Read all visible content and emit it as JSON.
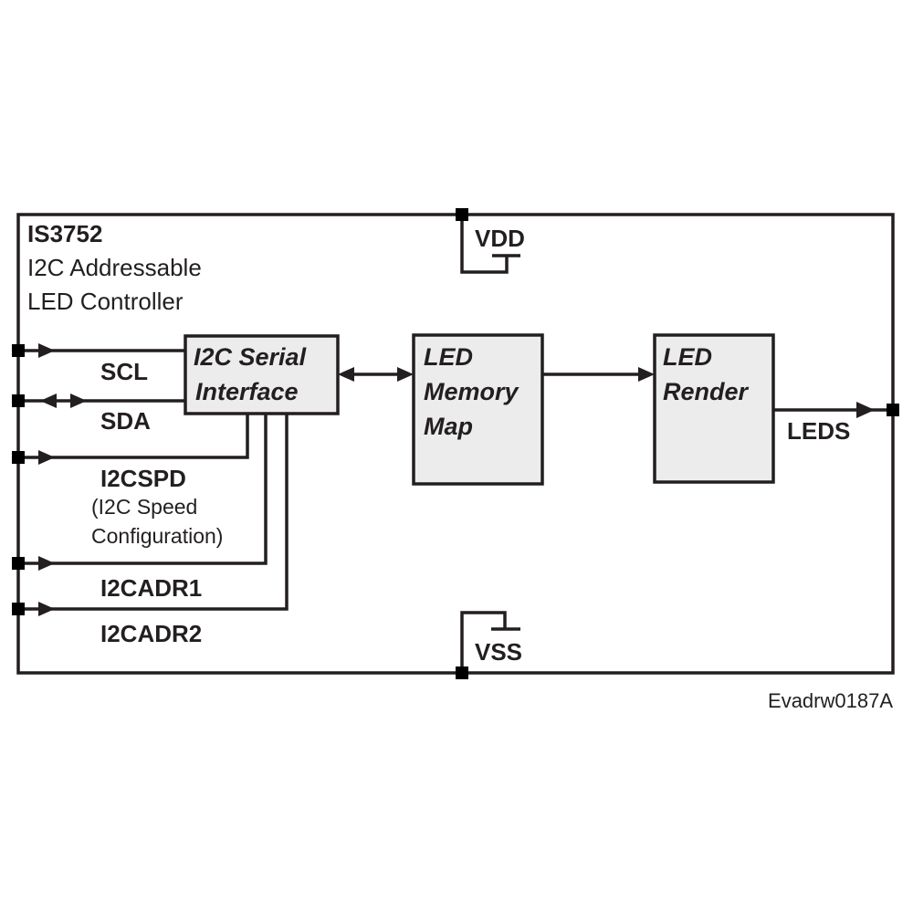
{
  "chip": {
    "name": "IS3752",
    "desc_line1": "I2C Addressable",
    "desc_line2": "LED Controller"
  },
  "power": {
    "vdd": "VDD",
    "vss": "VSS"
  },
  "blocks": {
    "i2c_line1": "I2C Serial",
    "i2c_line2": "Interface",
    "mem_line1": "LED",
    "mem_line2": "Memory",
    "mem_line3": "Map",
    "render_line1": "LED",
    "render_line2": "Render"
  },
  "pins": {
    "scl": "SCL",
    "sda": "SDA",
    "i2cspd": "I2CSPD",
    "i2cspd_note1": "(I2C Speed",
    "i2cspd_note2": "Configuration)",
    "i2cadr1": "I2CADR1",
    "i2cadr2": "I2CADR2",
    "leds": "LEDS"
  },
  "figure_id": "Evadrw0187A"
}
